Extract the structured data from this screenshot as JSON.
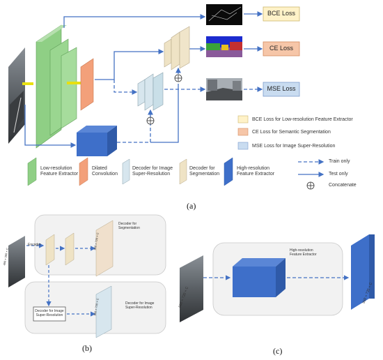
{
  "panel_a": {
    "caption": "(a)",
    "losses": {
      "bce": "BCE Loss",
      "ce": "CE Loss",
      "mse": "MSE Loss"
    },
    "loss_legend": [
      {
        "text": "BCE Loss for Low-resolution Feature Extractor",
        "color": "#fff2c8"
      },
      {
        "text": "CE Loss for Semantic Segmentation",
        "color": "#f6c6a8"
      },
      {
        "text": "MSE Loss for Image Super-Resolution",
        "color": "#c9dcf0"
      }
    ],
    "block_legend": {
      "low_res": "Low-resolution\nFeature Extractor",
      "dilated": "Dilated\nConvolution",
      "dec_sr": "Decoder for Image\nSuper-Resolution",
      "dec_seg": "Decoder for\nSegmentation",
      "high_res": "High-resolution\nFeature Extractor"
    },
    "line_legend": {
      "train_only": "Train only",
      "test_only": "Test only",
      "concatenate": "Concatenate"
    }
  },
  "panel_b": {
    "caption": "(b)",
    "encoder": "Encoder",
    "input_dim": "480 × 360 × C",
    "seg_title": "Decoder for\nSegmentation",
    "seg_dim": "960 × 720 × C",
    "sr_title": "Decoder for Image\nSuper-Resolution",
    "sr_box": "Decoder for Image\nSuper-Resolution",
    "sr_dim": "960 × 720 × C"
  },
  "panel_c": {
    "caption": "(c)",
    "title": "High-resolution\nFeature Extractor",
    "input_dim": "960 × 720 × C",
    "output_dim": "960 × 720 × C"
  },
  "colors": {
    "arrow": "#4472c4",
    "green": "#8fcf85",
    "orange": "#f3a07a",
    "blue": "#3e6fc9",
    "cream": "#efe3c5",
    "paleblue": "#d7e6ee"
  }
}
